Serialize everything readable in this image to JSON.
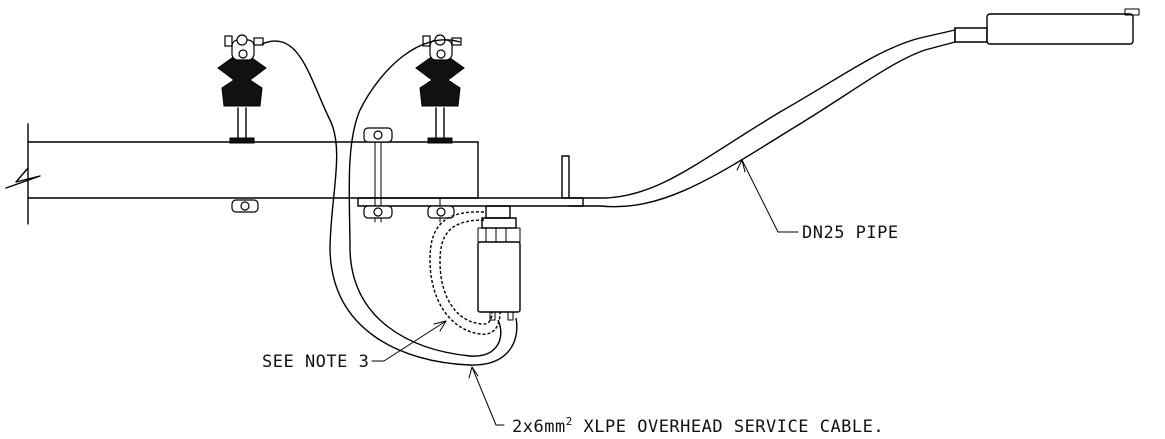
{
  "drawing": {
    "colors": {
      "line": "#000000",
      "background": "#ffffff"
    },
    "labels": {
      "pipe": "DN25 PIPE",
      "note": "SEE NOTE 3",
      "cable_prefix": "2x6mm",
      "cable_superscript": "2",
      "cable_suffix": " XLPE OVERHEAD SERVICE CABLE."
    }
  }
}
